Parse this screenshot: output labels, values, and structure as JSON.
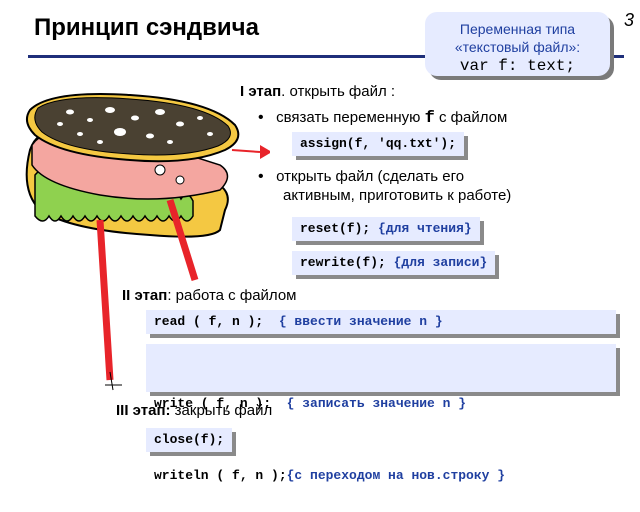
{
  "slide": {
    "title": "Принцип сэндвича",
    "page_number": "3"
  },
  "callout": {
    "line1": "Переменная типа",
    "line2": "«текстовый файл»:",
    "code": "var f: text;"
  },
  "stage1": {
    "label": "I этап",
    "text": ". открыть файл :",
    "bullet1_text": "связать переменную ",
    "bullet1_var": "f",
    "bullet1_tail": " с файлом",
    "assign_code": "assign(f, 'qq.txt');",
    "bullet2_line1": "открыть файл (сделать его",
    "bullet2_line2": "активным, приготовить к работе)",
    "reset_code": "reset(f); ",
    "reset_comment": "{для чтения}",
    "rewrite_code": "rewrite(f); ",
    "rewrite_comment": "{для записи}"
  },
  "stage2": {
    "label": "II этап",
    "text": ": работа с файлом",
    "read_code": "read ( f, n );  ",
    "read_comment": "{ ввести значение n }",
    "write_code": "write ( f, n );  ",
    "write_comment": "{ записать значение n }",
    "writeln_code": "writeln ( f, n );",
    "writeln_comment": "{с переходом на нов.строку }"
  },
  "stage3": {
    "label": "III этап:",
    "text": " закрыть файл",
    "close_code": "close(f);"
  },
  "colors": {
    "accent": "#1f3fa0",
    "code_bg": "#e6ebff",
    "arrow_red": "#e8242a"
  }
}
